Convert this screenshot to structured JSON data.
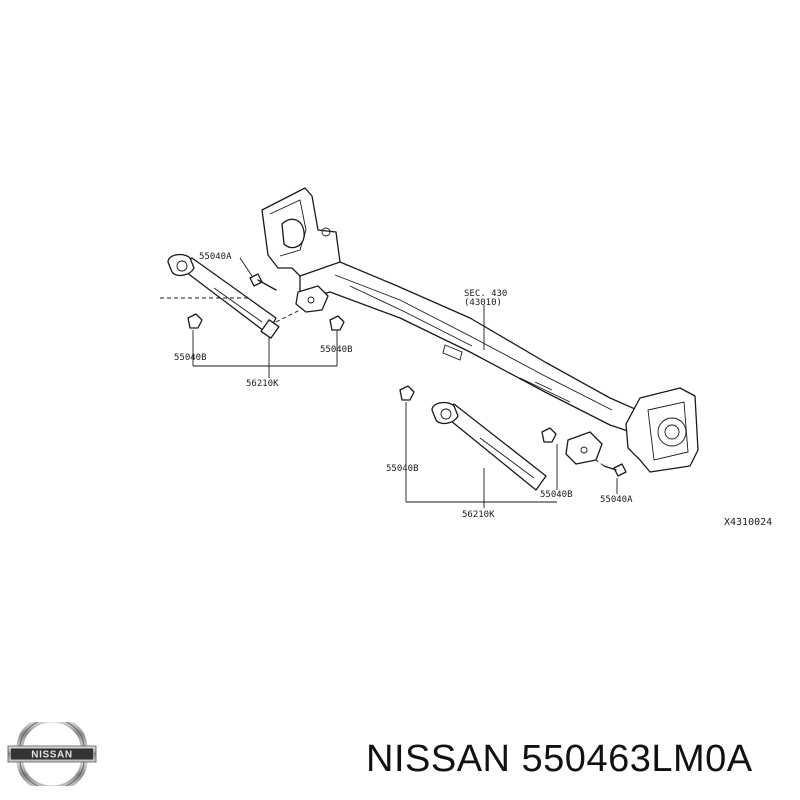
{
  "diagram": {
    "labels": {
      "bolt_a_left": "55040A",
      "sec_ref_line1": "SEC. 430",
      "sec_ref_line2": "(43010)",
      "nut_b_left_outer": "55040B",
      "nut_b_left_inner": "55040B",
      "shock_left": "56210K",
      "nut_b_right_outer": "55040B",
      "nut_b_right_inner": "55040B",
      "bolt_a_right": "55040A",
      "shock_right": "56210K",
      "figure_ref": "X4310024"
    }
  },
  "footer": {
    "brand": "NISSAN",
    "part_number": "NISSAN 550463LM0A"
  }
}
